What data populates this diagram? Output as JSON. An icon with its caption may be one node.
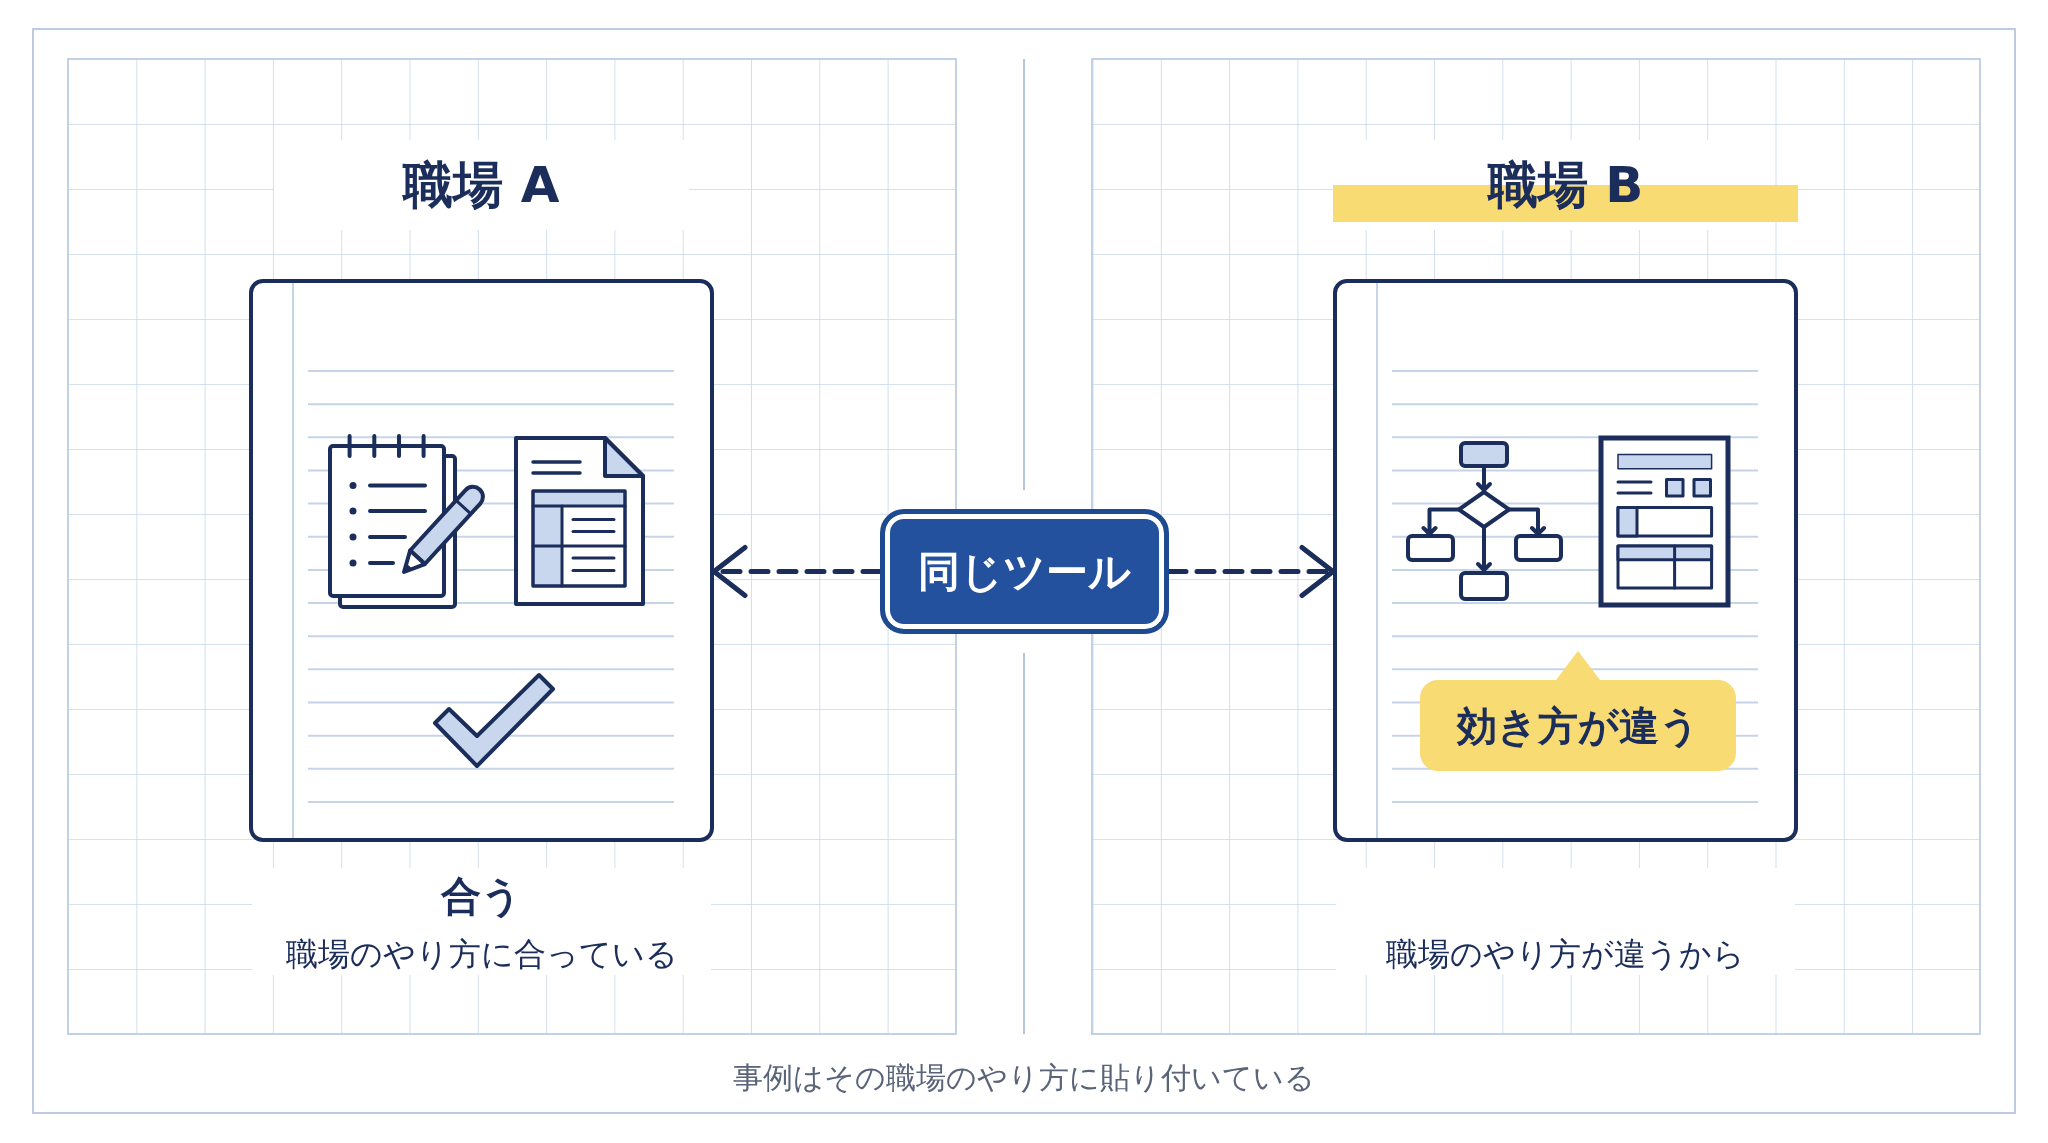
{
  "diagram": {
    "nodes": [
      {
        "text": [
          "職場 A"
        ],
        "beside": [
          "合う",
          "職場のやり方に合っている"
        ]
      },
      {
        "text": [
          "同じツール"
        ]
      },
      {
        "text": [
          "職場 B"
        ],
        "beside": [
          "職場のやり方が違うから"
        ]
      },
      {
        "text": [
          "効き方が違う"
        ],
        "in": 2
      }
    ],
    "edges": [
      {
        "from": 1,
        "to": 0,
        "arrow": "to",
        "style": "dashed"
      },
      {
        "from": 1,
        "to": 2,
        "arrow": "to",
        "style": "dashed"
      }
    ],
    "caption": "事例はその職場のやり方に貼り付いている"
  }
}
